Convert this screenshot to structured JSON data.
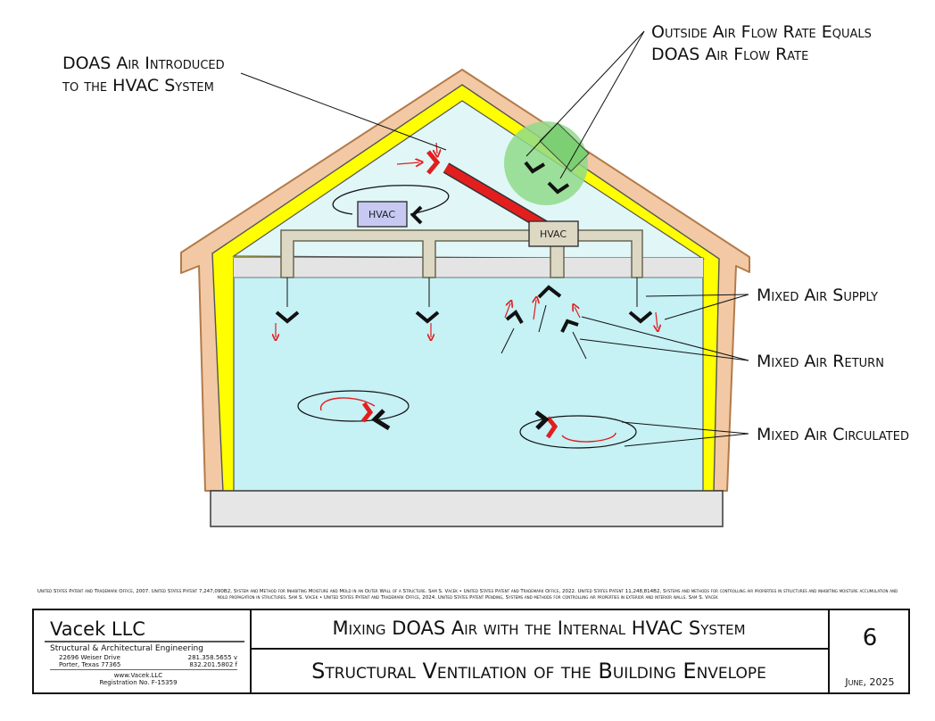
{
  "labels": {
    "doas_introduced_1": "DOAS Air Introduced",
    "doas_introduced_2": "to the HVAC System",
    "outside_air_1": "Outside Air Flow Rate Equals",
    "outside_air_2": "DOAS Air Flow Rate",
    "mixed_supply": "Mixed Air Supply",
    "mixed_return": "Mixed Air Return",
    "mixed_circulated": "Mixed Air Circulated",
    "hvac_left": "HVAC",
    "hvac_right": "HVAC"
  },
  "patent_note": "United States Patent and Trademark Office, 2007. United States Patent 7,247,090B2, System and Method for Inhibiting Moisture and Mold in an Outer Wall of a Structure. Sam S. Vacek • United States Patent and Trademark Office, 2022. United States Patent 11,248,814B2, Systems and methods for controlling air properties in structures and inhibiting moisture accumulation and mold propagation in structures. Sam S. Vacek • United States Patent and Trademark Office, 2024. United States Patent Pending, Systems and methods for controlling air properties in exterior and interior walls. Sam S. Vacek",
  "title_block": {
    "company": "Vacek LLC",
    "subtitle": "Structural & Architectural Engineering",
    "address_1": "22696 Weiser Drive",
    "phone_1": "281.358.5655  v",
    "address_2": "Porter, Texas  77365",
    "phone_2": "832.201.5802  f",
    "website": "www.Vacek.LLC",
    "registration": "Registration No. F-15359",
    "title_1": "Mixing DOAS Air with the Internal HVAC System",
    "title_2": "Structural Ventilation of the Building Envelope",
    "sheet_number": "6",
    "date": "June, 2025"
  },
  "colors": {
    "roof_siding": "#f2c9a4",
    "roof_outline": "#b37a4a",
    "insulation": "#ffff00",
    "interior_air": "#c6f1f5",
    "attic_air": "#e0f6f7",
    "ceiling_band": "#e4e4e4",
    "duct": "#ddd8c4",
    "doas_duct": "#e31e1e",
    "outside_air_zone": "#8fdb8a",
    "foundation": "#e6e6e6"
  }
}
